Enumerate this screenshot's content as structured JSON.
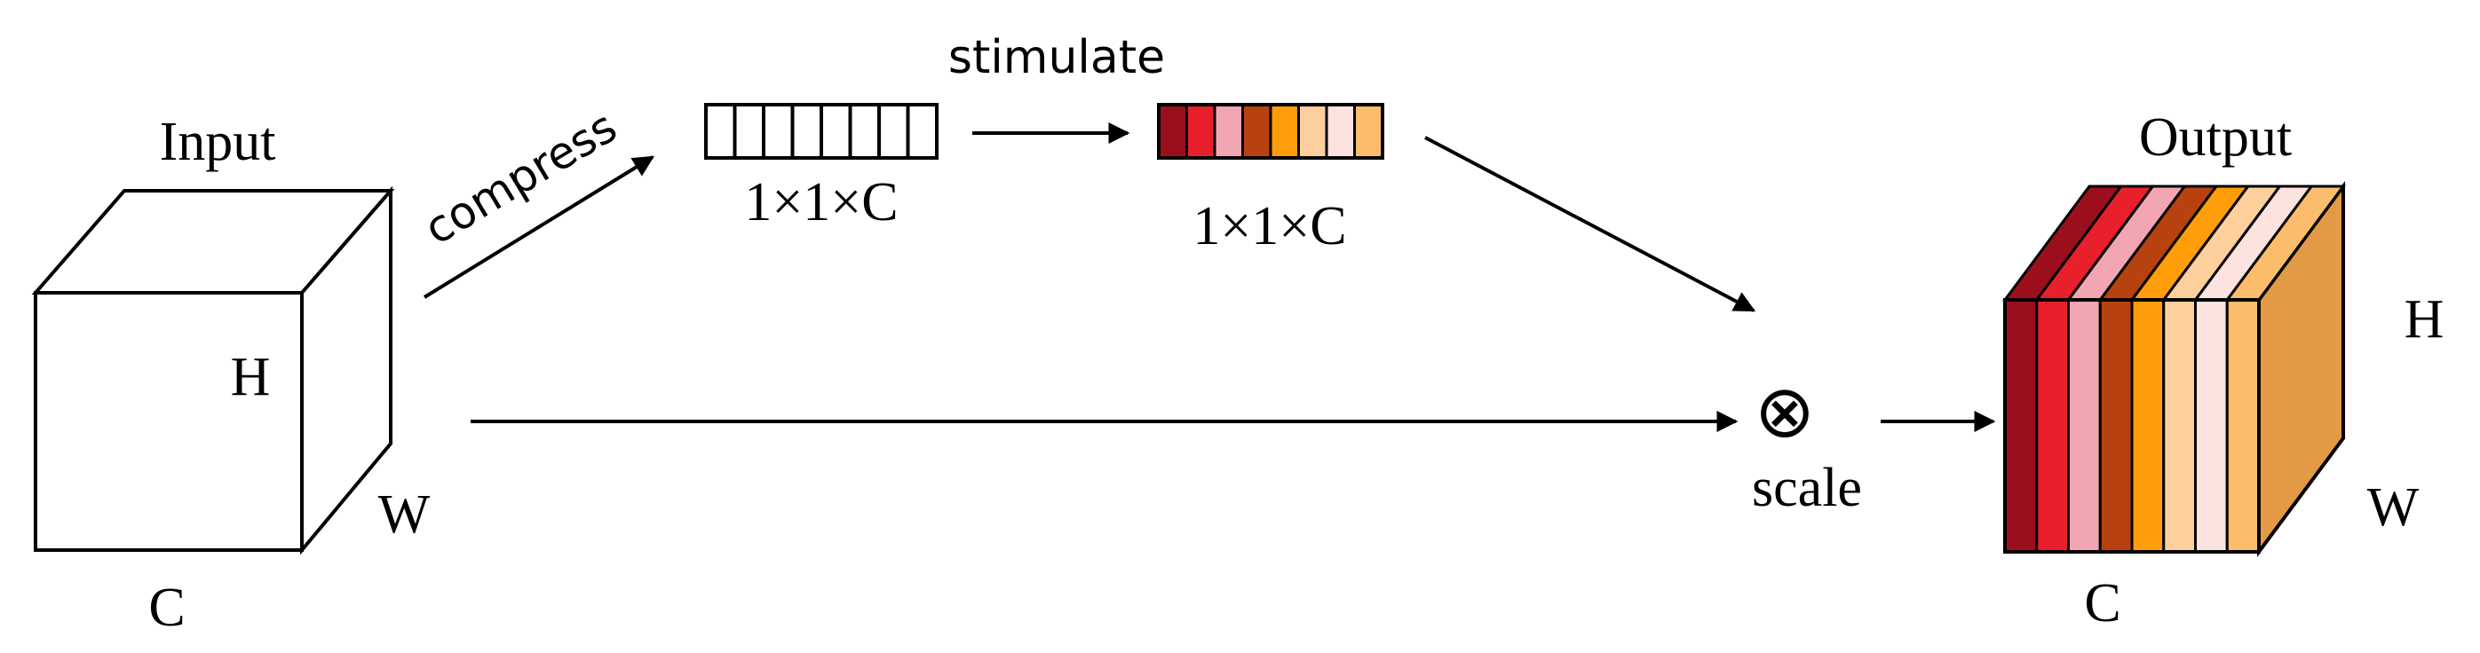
{
  "labels": {
    "input": "Input",
    "output": "Output",
    "input_h": "H",
    "input_w": "W",
    "input_c": "C",
    "output_h": "H",
    "output_w": "W",
    "output_c": "C",
    "compress": "compress",
    "stimulate": "stimulate",
    "dims_squeezed": "1×1×C",
    "dims_excited": "1×1×C",
    "multiply_symbol": "⊗",
    "scale": "scale"
  },
  "colors": {
    "line": "#000000",
    "cube_face": "#ffffff",
    "output_top": "#e8a070",
    "output_side": "#e39a45",
    "channel_palette": [
      "#9b0f1c",
      "#e8202b",
      "#f2a6b2",
      "#b8420f",
      "#ff9d0a",
      "#fccf9c",
      "#fde3df",
      "#fbbd6c"
    ]
  }
}
